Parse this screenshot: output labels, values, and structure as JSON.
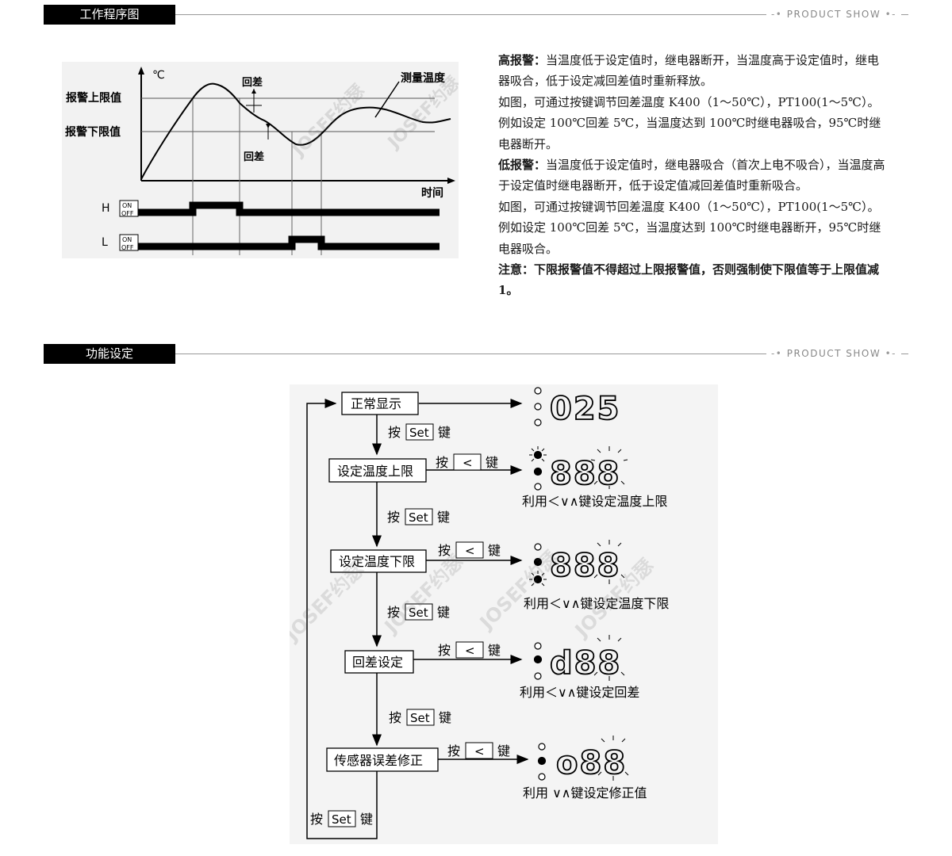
{
  "sections": {
    "program": {
      "title": "工作程序图",
      "tag": "PRODUCT SHOW"
    },
    "settings": {
      "title": "功能设定",
      "tag": "PRODUCT SHOW"
    }
  },
  "chart": {
    "unit": "℃",
    "upper_label": "报警上限值",
    "lower_label": "报警下限值",
    "hysteresis_label": "回差",
    "measured_label": "测量温度",
    "time_label": "时间",
    "h_label": "H",
    "l_label": "L",
    "on": "ON",
    "off": "OFF",
    "watermark": "JOSEF约瑟"
  },
  "description": {
    "high_title": "高报警：",
    "high_body": "当温度低于设定值时，继电器断开，当温度高于设定值时，继电器吸合，低于设定减回差值时重新释放。",
    "high_example": "如图，可通过按键调节回差温度 K400（1～50℃），PT100(1～5℃）。例如设定 100℃回差 5℃，当温度达到 100℃时继电器吸合，95℃时继电器断开。",
    "low_title": "低报警：",
    "low_body": "当温度低于设定值时，继电器吸合（首次上电不吸合），当温度高于设定值时继电器断开，低于设定值减回差值时重新吸合。",
    "low_example": "如图，可通过按键调节回差温度 K400（1～50℃），PT100(1～5℃）。例如设定 100℃回差 5℃，当温度达到 100℃时继电器断开，95℃时继电器吸合。",
    "note": "注意：下限报警值不得超过上限报警值，否则强制使下限值等于上限值减 1。"
  },
  "flow": {
    "press": "按",
    "key": "键",
    "set_key": "Set",
    "left_key": "<",
    "steps": [
      {
        "box": "正常显示",
        "display": "025"
      },
      {
        "box": "设定温度上限",
        "display": "888",
        "caption": "利用＜∨∧键设定温度上限"
      },
      {
        "box": "设定温度下限",
        "display": "888",
        "caption": "利用＜∨∧键设定温度下限"
      },
      {
        "box": "回差设定",
        "display": "d88",
        "caption": "利用＜∨∧键设定回差"
      },
      {
        "box": "传感器误差修正",
        "display": "o88",
        "caption": "利用 ∨∧键设定修正值"
      }
    ]
  }
}
